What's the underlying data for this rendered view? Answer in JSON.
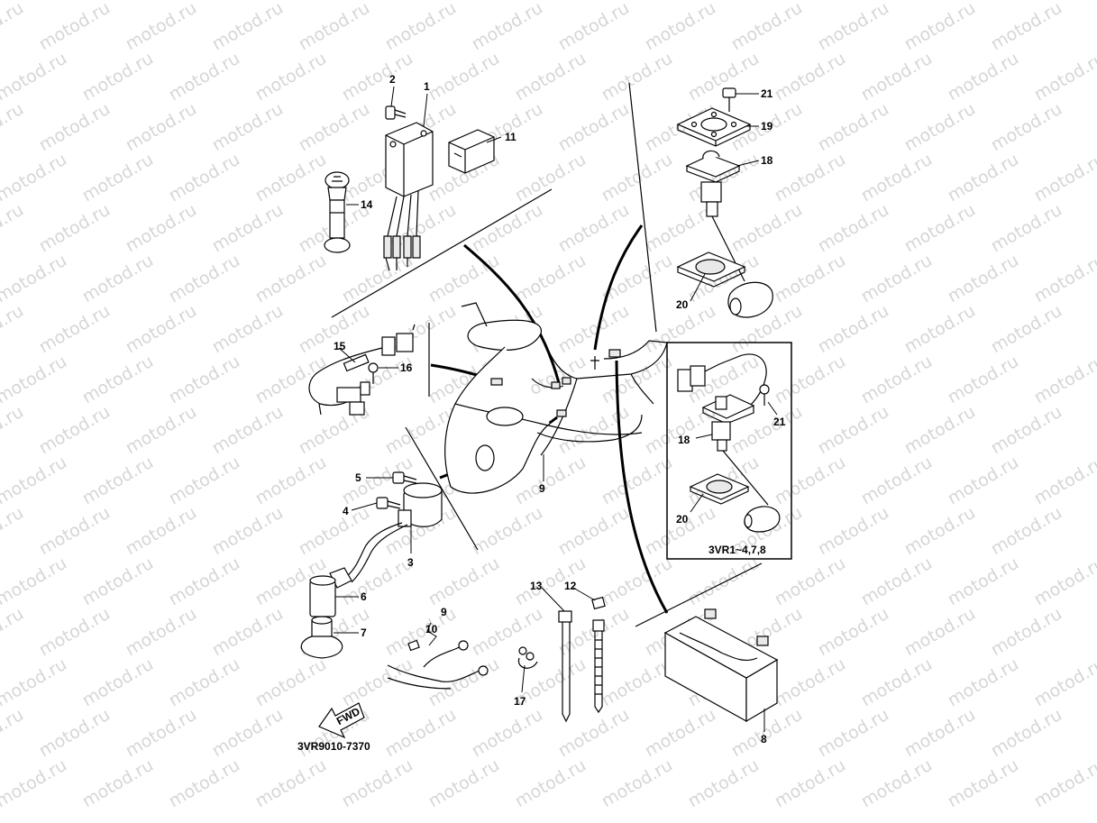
{
  "watermark": "motod.ru",
  "callouts": [
    {
      "id": "1",
      "label": "1"
    },
    {
      "id": "2",
      "label": "2"
    },
    {
      "id": "3",
      "label": "3"
    },
    {
      "id": "4",
      "label": "4"
    },
    {
      "id": "5",
      "label": "5"
    },
    {
      "id": "6",
      "label": "6"
    },
    {
      "id": "7",
      "label": "7"
    },
    {
      "id": "8",
      "label": "8"
    },
    {
      "id": "9a",
      "label": "9"
    },
    {
      "id": "9b",
      "label": "9"
    },
    {
      "id": "10",
      "label": "10"
    },
    {
      "id": "11",
      "label": "11"
    },
    {
      "id": "12",
      "label": "12"
    },
    {
      "id": "13",
      "label": "13"
    },
    {
      "id": "14",
      "label": "14"
    },
    {
      "id": "15",
      "label": "15"
    },
    {
      "id": "16",
      "label": "16"
    },
    {
      "id": "17",
      "label": "17"
    },
    {
      "id": "18a",
      "label": "18"
    },
    {
      "id": "18b",
      "label": "18"
    },
    {
      "id": "19",
      "label": "19"
    },
    {
      "id": "20a",
      "label": "20"
    },
    {
      "id": "20b",
      "label": "20"
    },
    {
      "id": "21a",
      "label": "21"
    },
    {
      "id": "21b",
      "label": "21"
    }
  ],
  "inset_label": "3VR1~4,7,8",
  "diagram_code": "3VR9010-7370",
  "fwd_label": "FWD"
}
